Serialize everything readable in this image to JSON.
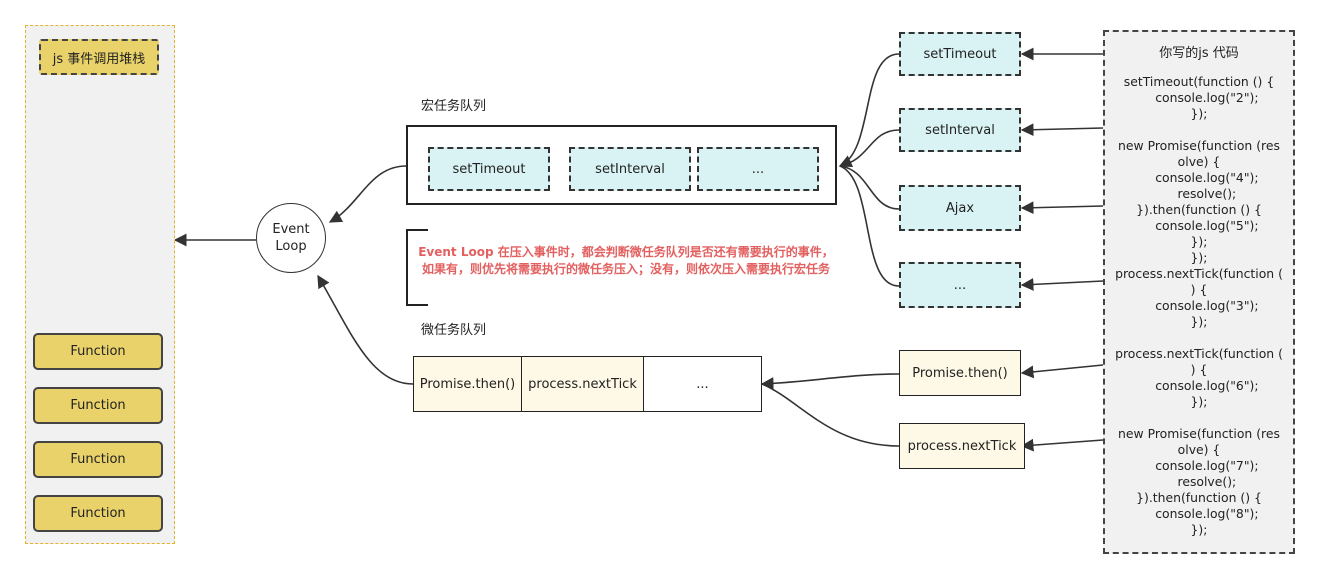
{
  "stack": {
    "title": "js 事件调用堆栈",
    "functions": [
      "Function",
      "Function",
      "Function",
      "Function"
    ]
  },
  "event_loop": {
    "label_line1": "Event",
    "label_line2": "Loop"
  },
  "macro_queue": {
    "title": "宏任务队列",
    "items": [
      "setTimeout",
      "setInterval",
      "..."
    ]
  },
  "note": {
    "highlight": "Event Loop",
    "text": " 在压入事件时，都会判断微任务队列是否还有需要执行的事件，如果有，则优先将需要执行的微任务压入；没有，则依次压入需要执行宏任务"
  },
  "micro_queue": {
    "title": "微任务队列",
    "items": [
      "Promise.then()",
      "process.nextTick",
      "..."
    ]
  },
  "macro_sources": [
    "setTimeout",
    "setInterval",
    "Ajax",
    "..."
  ],
  "micro_sources": [
    "Promise.then()",
    "process.nextTick"
  ],
  "code": {
    "title": "你写的js 代码",
    "body": "setTimeout(function () {\n    console.log(\"2\");\n});\n\nnew Promise(function (res\nolve) {\n    console.log(\"4\");\n    resolve();\n}).then(function () {\n    console.log(\"5\");\n});\n});\nprocess.nextTick(function (\n) {\n    console.log(\"3\");\n});\n\nprocess.nextTick(function (\n) {\n    console.log(\"6\");\n});\n\nnew Promise(function (res\nolve) {\n    console.log(\"7\");\n    resolve();\n}).then(function () {\n    console.log(\"8\");\n});"
  }
}
